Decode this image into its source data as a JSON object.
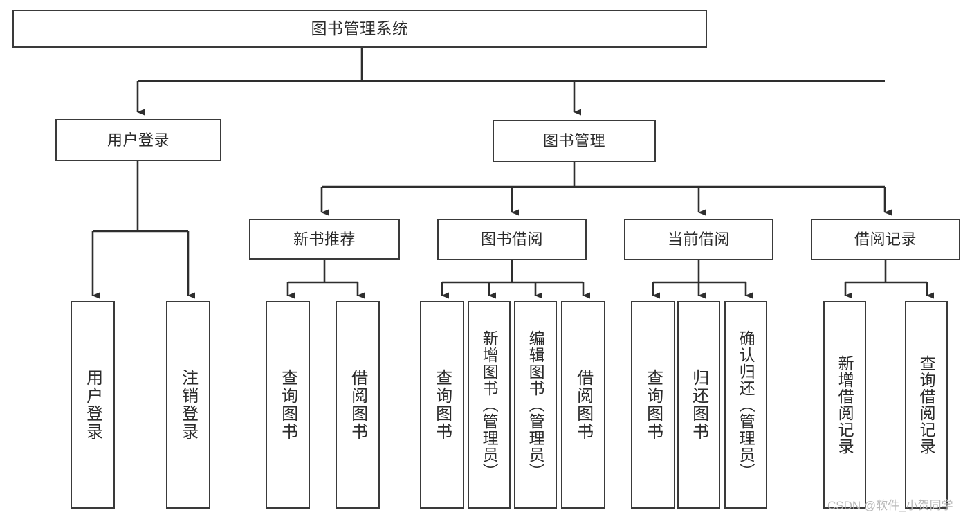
{
  "diagram": {
    "title": "图书管理系统",
    "type": "tree-hierarchy",
    "stroke_color": "#3a3a3a",
    "text_color": "#2b2b2b",
    "background_color": "#ffffff",
    "root": {
      "label": "图书管理系统"
    },
    "level2": [
      {
        "label": "用户登录"
      },
      {
        "label": "图书管理"
      }
    ],
    "level3": [
      {
        "label": "新书推荐"
      },
      {
        "label": "图书借阅"
      },
      {
        "label": "当前借阅"
      },
      {
        "label": "借阅记录"
      }
    ],
    "leaves": {
      "user_login": [
        {
          "label": "用户登录"
        },
        {
          "label": "注销登录"
        }
      ],
      "new_book_recommend": [
        {
          "label": "查询图书"
        },
        {
          "label": "借阅图书"
        }
      ],
      "book_borrow": [
        {
          "label": "查询图书"
        },
        {
          "label": "新增图书（管理员）"
        },
        {
          "label": "编辑图书（管理员）"
        },
        {
          "label": "借阅图书"
        }
      ],
      "current_borrow": [
        {
          "label": "查询图书"
        },
        {
          "label": "归还图书"
        },
        {
          "label": "确认归还（管理员）"
        }
      ],
      "borrow_record": [
        {
          "label": "新增借阅记录"
        },
        {
          "label": "查询借阅记录"
        }
      ]
    }
  },
  "watermark": {
    "text": "CSDN @软件_小贺同学"
  }
}
